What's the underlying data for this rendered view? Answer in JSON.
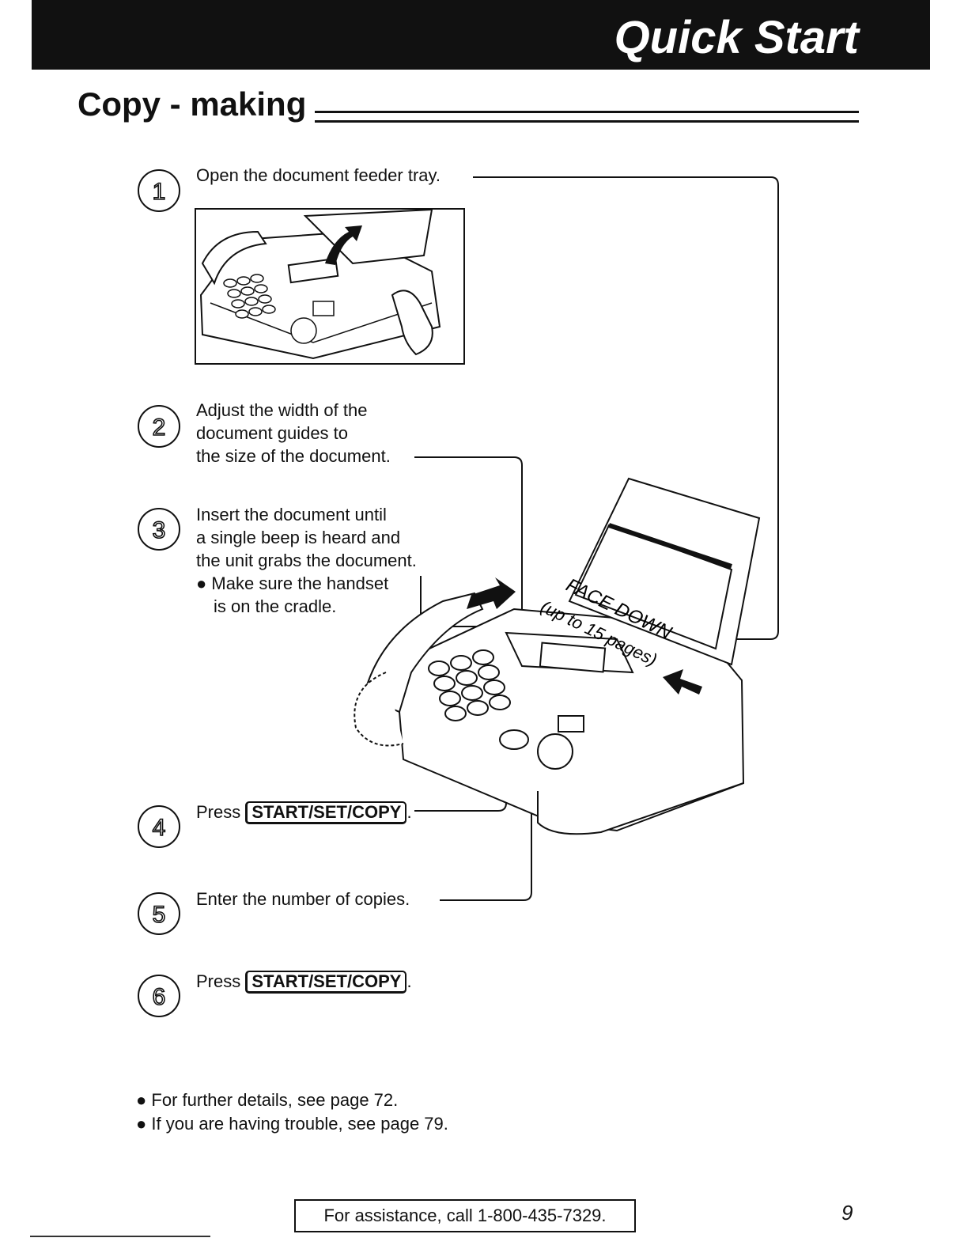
{
  "header": {
    "title": "Quick Start"
  },
  "section": {
    "title": "Copy - making"
  },
  "steps": [
    {
      "number": "1",
      "lines": [
        "Open the document feeder tray."
      ]
    },
    {
      "number": "2",
      "lines": [
        "Adjust the width of the",
        "document guides to",
        "the size of the document."
      ]
    },
    {
      "number": "3",
      "lines": [
        "Insert the document until",
        "a single beep is heard and",
        "the unit grabs the document."
      ],
      "bullet": [
        "Make sure the handset",
        "is on the cradle."
      ]
    },
    {
      "number": "4",
      "prefix": "Press",
      "key": "START/SET/COPY",
      "suffix": "."
    },
    {
      "number": "5",
      "lines": [
        "Enter the number of copies."
      ]
    },
    {
      "number": "6",
      "prefix": "Press",
      "key": "START/SET/COPY",
      "suffix": "."
    }
  ],
  "illustration": {
    "label_line1": "FACE DOWN",
    "label_line2": "(up to 15 pages)"
  },
  "notes": [
    "For further details, see page 72.",
    "If you are having trouble, see page 79."
  ],
  "footer": {
    "assistance": "For assistance, call 1-800-435-7329.",
    "page_number": "9"
  }
}
